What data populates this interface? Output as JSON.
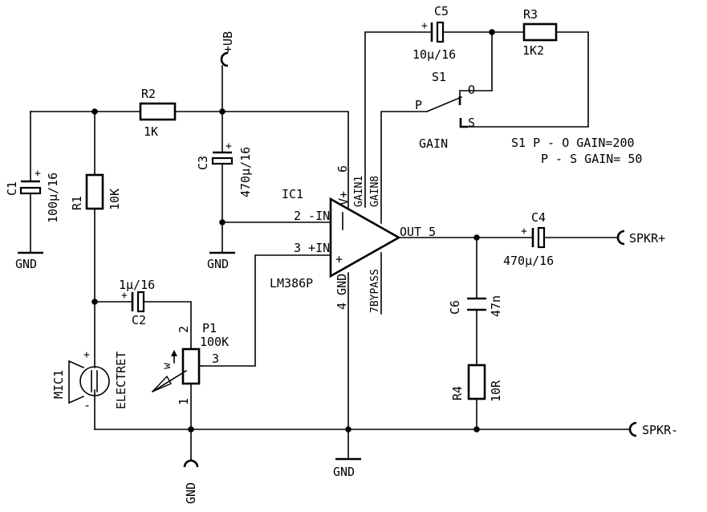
{
  "components": {
    "C1": {
      "ref": "C1",
      "value": "100µ/16",
      "polarity": "+"
    },
    "C2": {
      "ref": "C2",
      "value": "1µ/16",
      "polarity": "+"
    },
    "C3": {
      "ref": "C3",
      "value": "470µ/16",
      "polarity": "+"
    },
    "C4": {
      "ref": "C4",
      "value": "470µ/16",
      "polarity": "+"
    },
    "C5": {
      "ref": "C5",
      "value": "10µ/16",
      "polarity": "+"
    },
    "C6": {
      "ref": "C6",
      "value": "47n"
    },
    "R1": {
      "ref": "R1",
      "value": "10K"
    },
    "R2": {
      "ref": "R2",
      "value": "1K"
    },
    "R3": {
      "ref": "R3",
      "value": "1K2"
    },
    "R4": {
      "ref": "R4",
      "value": "10R"
    },
    "P1": {
      "ref": "P1",
      "value": "100K",
      "pin1": "1",
      "pin2": "2",
      "pin3": "3",
      "marker": "w"
    },
    "MIC1": {
      "ref": "MIC1",
      "type": "ELECTRET",
      "plus": "+",
      "minus": "-"
    },
    "S1": {
      "ref": "S1",
      "contact_o": "O",
      "contact_p": "P",
      "contact_s": "S",
      "label": "GAIN"
    },
    "IC1": {
      "ref": "IC1",
      "part": "LM386P",
      "pin2": "2 -IN",
      "pin3": "3 +IN",
      "pin5": "OUT 5",
      "pin6": "6",
      "pin6_name": "V+",
      "gain1": "GAIN1",
      "gain8": "GAIN8",
      "bypass": "7BYPASS",
      "gnd": "4 GND",
      "minus": "-",
      "plus": "+"
    }
  },
  "supply": {
    "vplus": "+UB"
  },
  "grounds": {
    "gnd": "GND"
  },
  "connectors": {
    "spkr_plus": "SPKR+",
    "spkr_minus": "SPKR-"
  },
  "notes": {
    "line1": "S1 P - O GAIN=200",
    "line2": "P - S GAIN= 50"
  }
}
